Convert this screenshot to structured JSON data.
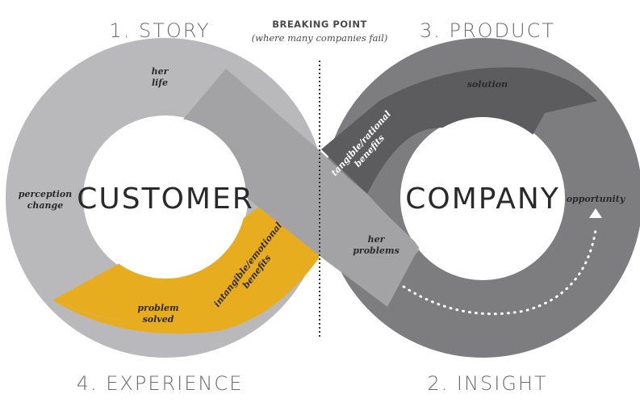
{
  "stages": {
    "story": "1. STORY",
    "product": "3. PRODUCT",
    "experience": "4. EXPERIENCE",
    "insight": "2. INSIGHT"
  },
  "breaking_point": {
    "title": "BREAKING POINT",
    "subtitle": "(where many companies fail)"
  },
  "centers": {
    "customer": "CUSTOMER",
    "company": "COMPANY"
  },
  "bands": {
    "her_life_1": "her",
    "her_life_2": "life",
    "perception_1": "perception",
    "perception_2": "change",
    "problem_solved_1": "problem",
    "problem_solved_2": "solved",
    "intangible_1": "intangible/emotional",
    "intangible_2": "benefits",
    "solution": "solution",
    "tangible_1": "tangible/rational",
    "tangible_2": "benefits",
    "opportunity": "opportunity",
    "her_problems_1": "her",
    "her_problems_2": "problems"
  },
  "colors": {
    "light_gray": "#b9b9bb",
    "mid_gray": "#a3a3a5",
    "dark_gray": "#5c5c5e",
    "company_gray": "#7d7d7f",
    "gold": "#e8ad1f"
  }
}
